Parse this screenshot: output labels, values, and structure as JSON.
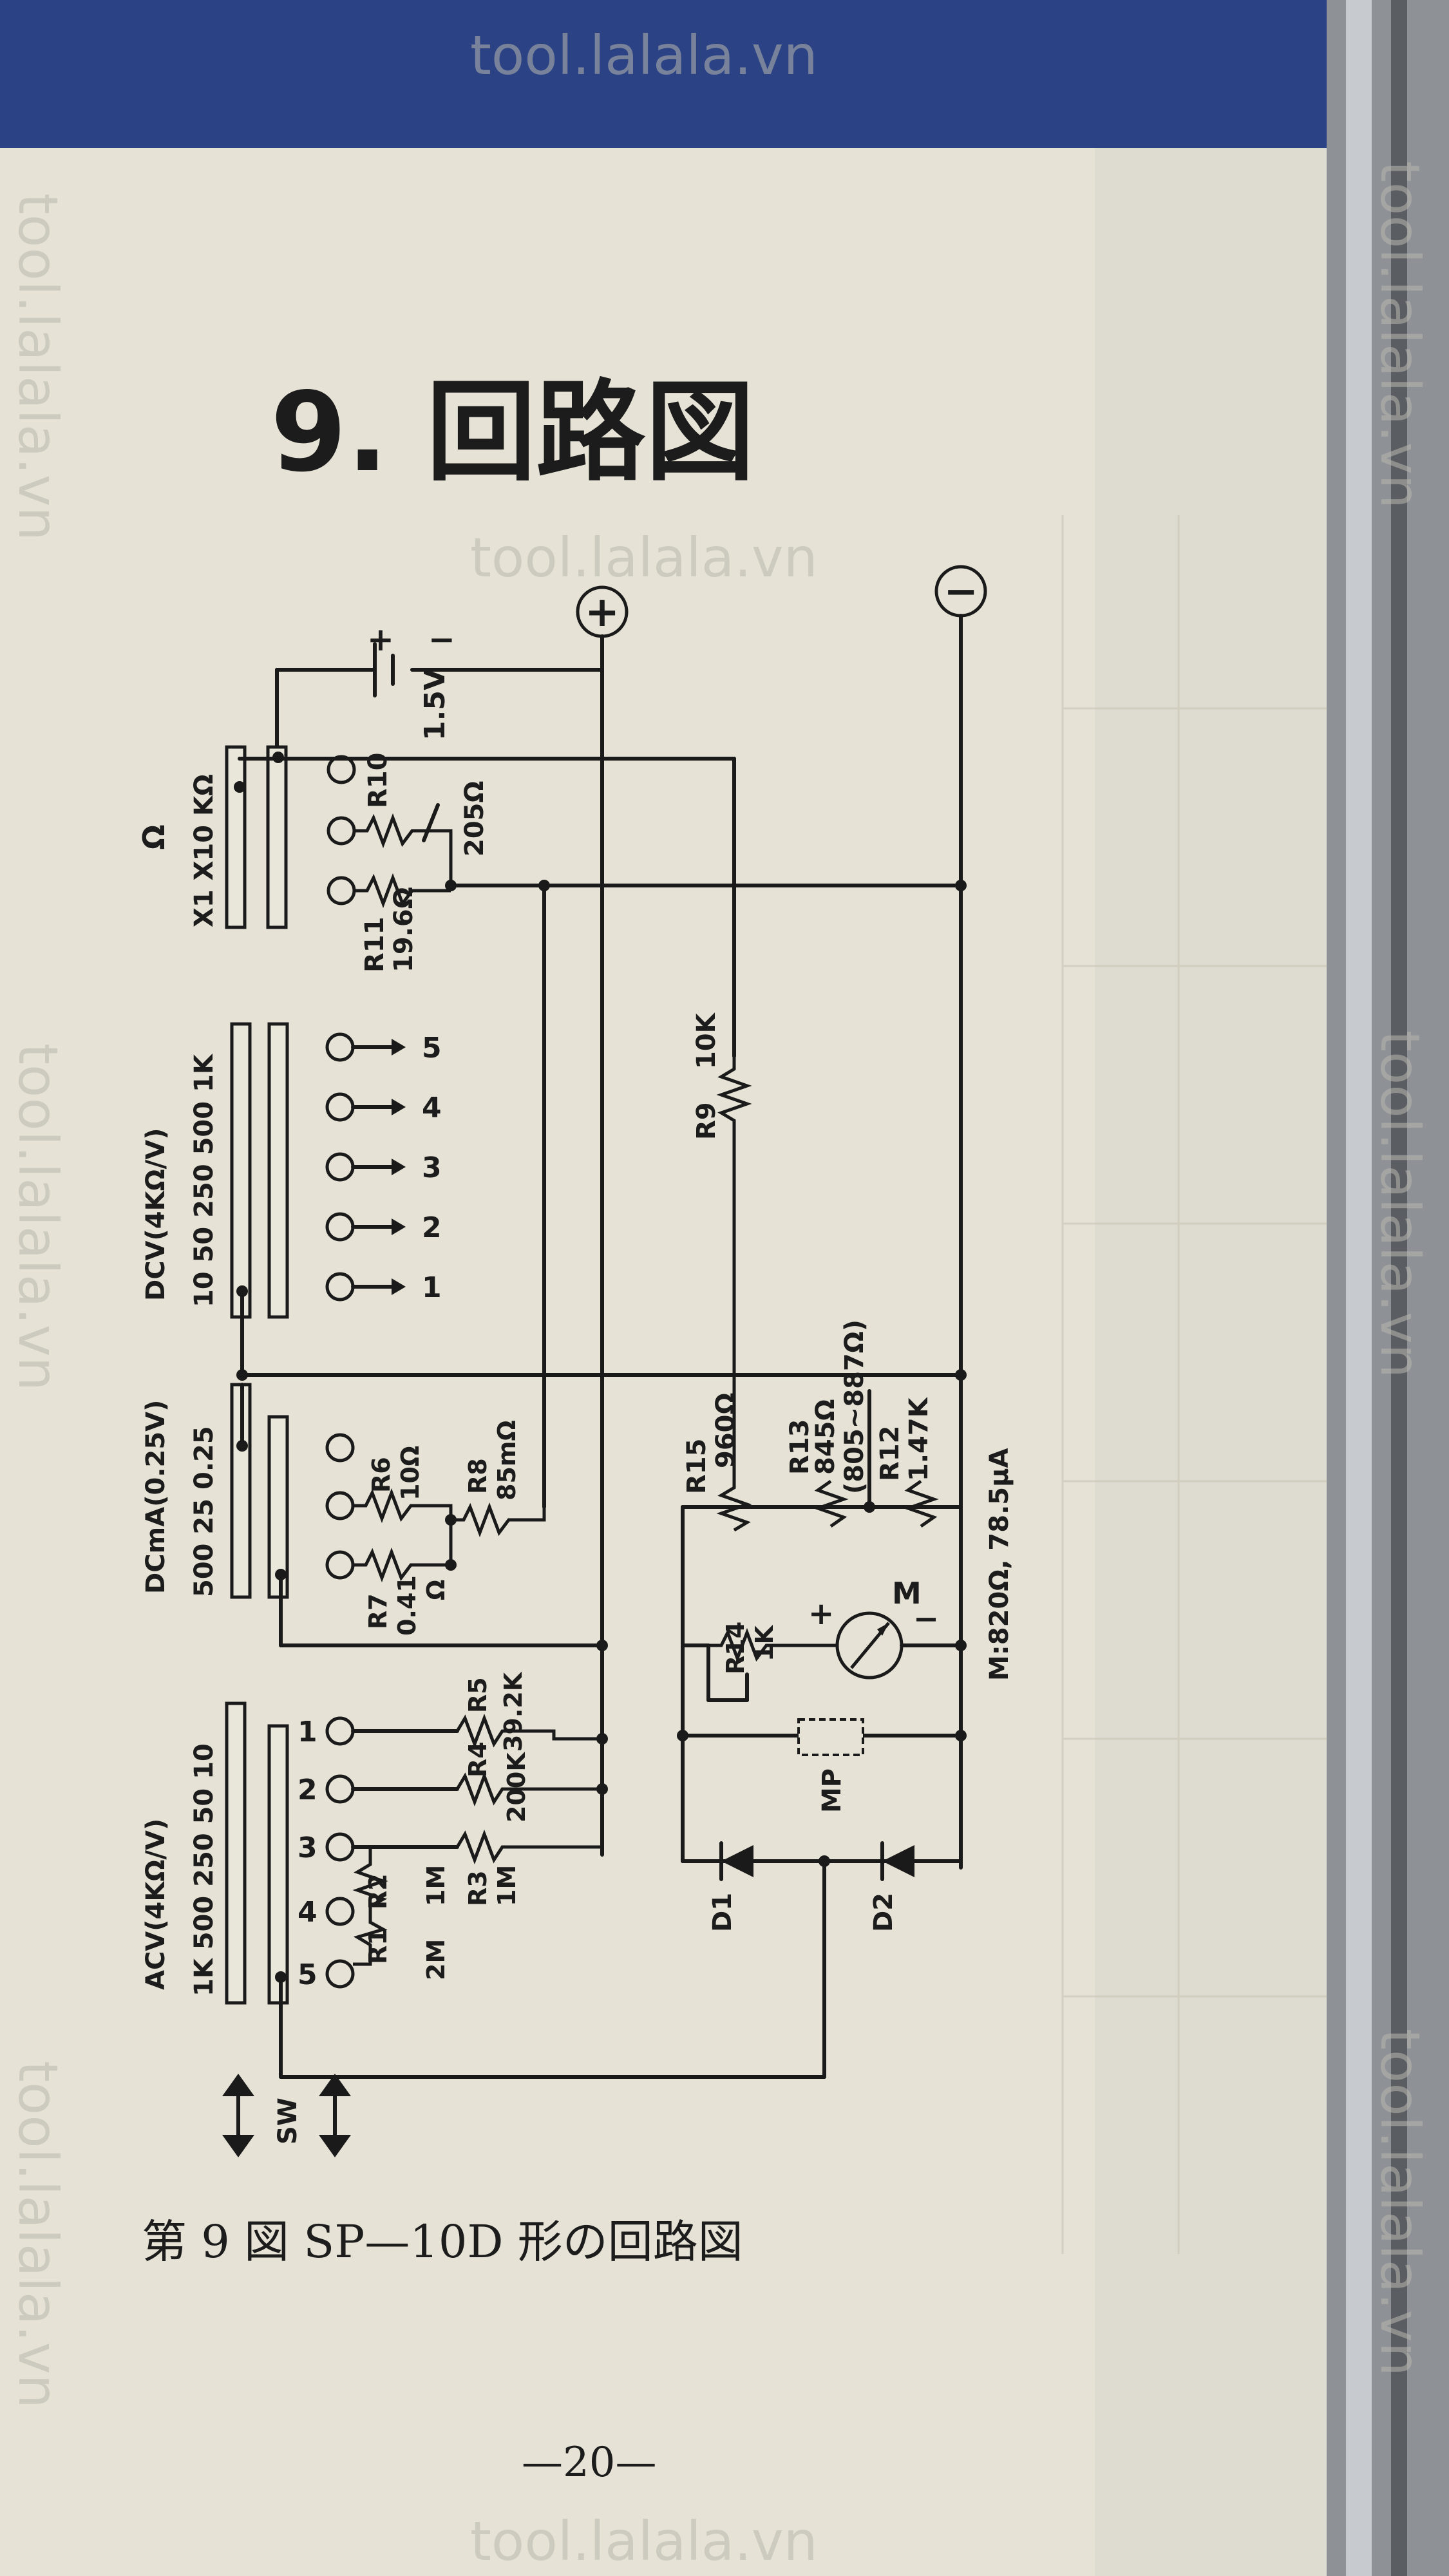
{
  "page": {
    "heading": "9. 回路図",
    "caption": "第 9 図 SP—10D 形の回路図",
    "page_number": "—20—",
    "watermark": "tool.lalala.vn"
  },
  "diagram": {
    "terminals": {
      "positive": "+",
      "negative": "−"
    },
    "battery": {
      "label": "1.5V",
      "plus": "+",
      "minus": "−"
    },
    "sections": {
      "ohm": {
        "title": "Ω",
        "ranges": "X1  X10 KΩ"
      },
      "dcv": {
        "title": "DCV(4KΩ/V)",
        "ranges": "10  50  250 500  1K"
      },
      "dcma": {
        "title": "DCmA(0.25V)",
        "ranges": "500  25  0.25"
      },
      "acv": {
        "title": "ACV(4KΩ/V)",
        "ranges": "1K 500 250 50  10"
      }
    },
    "dcv_positions": [
      "1",
      "2",
      "3",
      "4",
      "5"
    ],
    "acv_positions": [
      "1",
      "2",
      "3",
      "4",
      "5"
    ],
    "components": {
      "R10": {
        "name": "R10",
        "value": "205Ω"
      },
      "R11": {
        "name": "R11",
        "value": "19.6Ω"
      },
      "R9": {
        "name": "R9",
        "value": "10K"
      },
      "R15": {
        "name": "R15",
        "value": "960Ω"
      },
      "R13": {
        "name": "R13",
        "value": "845Ω"
      },
      "R13_range": "(805~887Ω)",
      "R12": {
        "name": "R12",
        "value": "1.47K"
      },
      "R6": {
        "name": "R6",
        "value": "10Ω"
      },
      "R8": {
        "name": "R8",
        "value": "85mΩ"
      },
      "R7": {
        "name": "R7",
        "value": "0.41",
        "unit": "Ω"
      },
      "R14": {
        "name": "R14",
        "value": "1K"
      },
      "R5": {
        "name": "R5",
        "value": "39.2K"
      },
      "R4": {
        "name": "R4",
        "value": "200K"
      },
      "R3": {
        "name": "R3",
        "value": "1M"
      },
      "R2": {
        "name": "R2",
        "value": "1M"
      },
      "R1": {
        "name": "R1",
        "value": "2M"
      },
      "meter": {
        "name": "M",
        "spec": "M:820Ω, 78.5μA",
        "plus": "+",
        "minus": "−"
      },
      "MP": "MP",
      "D1": "D1",
      "D2": "D2",
      "switch": "SW"
    }
  }
}
